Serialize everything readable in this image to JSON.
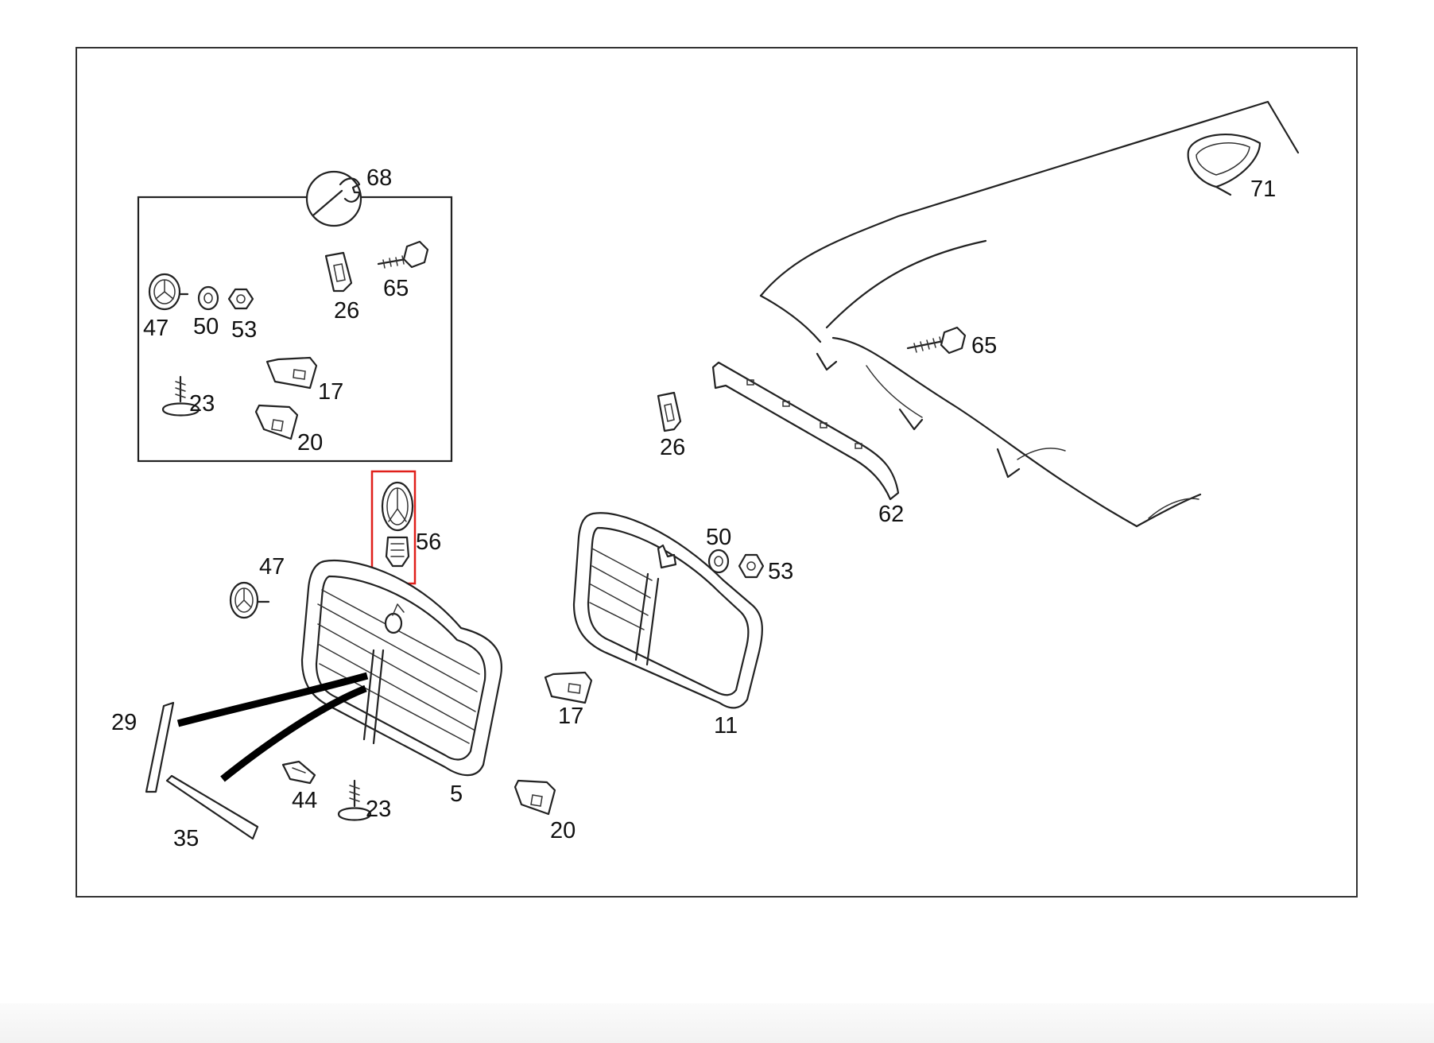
{
  "diagram": {
    "labels": {
      "p68": "68",
      "p65_kit": "65",
      "p26_kit": "26",
      "p47_kit": "47",
      "p50_kit": "50",
      "p53_kit": "53",
      "p23_kit": "23",
      "p17_kit": "17",
      "p20_kit": "20",
      "p56": "56",
      "p47": "47",
      "p29": "29",
      "p35": "35",
      "p44": "44",
      "p23": "23",
      "p5": "5",
      "p17": "17",
      "p20": "20",
      "p11": "11",
      "p50": "50",
      "p53": "53",
      "p26": "26",
      "p62": "62",
      "p65": "65",
      "p71": "71"
    },
    "highlight": {
      "part": "56",
      "color": "#e0201b"
    },
    "line_color": "#222222"
  }
}
